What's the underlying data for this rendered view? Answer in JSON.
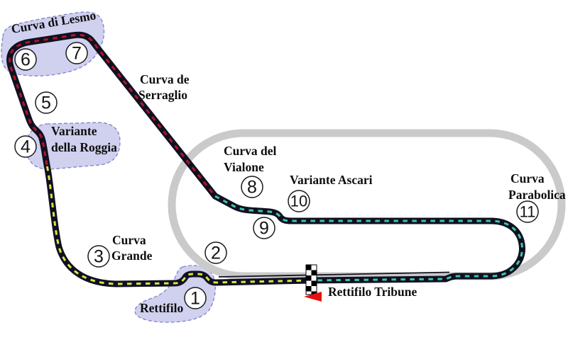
{
  "map": {
    "corner_markers": [
      "1",
      "2",
      "3",
      "4",
      "5",
      "6",
      "7",
      "8",
      "9",
      "10",
      "11"
    ],
    "labels": {
      "lesmo": "Curva di Lesmo",
      "serraglio": [
        "Curva de",
        "Serraglio"
      ],
      "roggia": [
        "Variante",
        "della Roggia"
      ],
      "vialone": [
        "Curva del",
        "Vialone"
      ],
      "ascari": "Variante Ascari",
      "parabolica": [
        "Curva",
        "Parabolica"
      ],
      "grande": [
        "Curva",
        "Grande"
      ],
      "rettifilo": "Rettifilo",
      "rettifilo_tribune": "Rettifilo Tribune"
    },
    "icons": {
      "finish_line": "checkered-flag",
      "direction": "left-arrow"
    },
    "colors": {
      "background": "#ffffff",
      "track_casing": "#101022",
      "sector_dash_red": "#b41622",
      "sector_dash_yellow": "#dde33c",
      "sector_dash_teal": "#3cc8a2",
      "oval_banking_gray": "#cacaca",
      "zone_fill": "#c9c9ed",
      "zone_border": "#8282cf",
      "direction_arrow_red": "#e81111",
      "marker_fill": "#ffffff",
      "marker_border": "#1a1a1a",
      "label_ink": "#0d0d0d"
    }
  }
}
